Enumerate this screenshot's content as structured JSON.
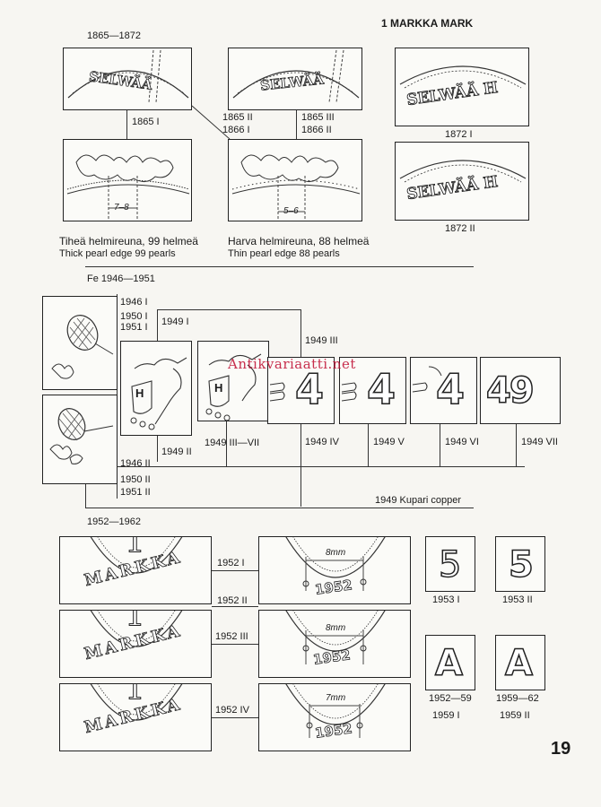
{
  "header": {
    "title": "1 MARKKA MARK",
    "period1": "1865—1872"
  },
  "s1": {
    "v1865_1": "1865 I",
    "v1865_2": "1865 II",
    "v1866_1": "1866 I",
    "v1865_3": "1865 III",
    "v1866_2": "1866 II",
    "v1872_1": "1872 I",
    "v1872_2": "1872 II",
    "legend_word": "SELWÄÄ",
    "legend_word_h": "SELWÄÄ H",
    "measure_a": "7–8",
    "measure_b": "5–6",
    "thick_fi": "Tiheä helmireuna, 99 helmeä",
    "thick_en": "Thick pearl edge 99 pearls",
    "thin_fi": "Harva helmireuna, 88 helmeä",
    "thin_en": "Thin pearl edge 88 pearls"
  },
  "s2": {
    "period": "Fe 1946—1951",
    "v1946_1": "1946 I",
    "v1950_1": "1950 I",
    "v1951_1": "1951 I",
    "v1949_1": "1949 I",
    "v1949_3": "1949 III",
    "v1946_2": "1946 II",
    "v1950_2": "1950 II",
    "v1951_2": "1951 II",
    "v1949_2": "1949 II",
    "v1949_3_7": "1949 III—VII",
    "v1949_4": "1949 IV",
    "v1949_5": "1949 V",
    "v1949_6": "1949 VI",
    "v1949_7": "1949 VII",
    "copper": "1949 Kupari copper",
    "shield_letter": "H",
    "digit4": "4",
    "digits49": "49"
  },
  "s3": {
    "period": "1952—1962",
    "v1952_1": "1952 I",
    "v1952_2": "1952 II",
    "v1952_3": "1952 III",
    "v1952_4": "1952 IV",
    "v1953_1": "1953 I",
    "v1953_2": "1953 II",
    "v1952_59": "1952—59",
    "v1959_1": "1959 I",
    "v1959_62": "1959—62",
    "v1959_2": "1959 II",
    "markka": "MARKKA",
    "one": "1",
    "year": "1952",
    "m8": "8mm",
    "m7": "7mm",
    "five": "5",
    "a": "A"
  },
  "watermark": "Antikvariaatti.net",
  "page_number": "19"
}
